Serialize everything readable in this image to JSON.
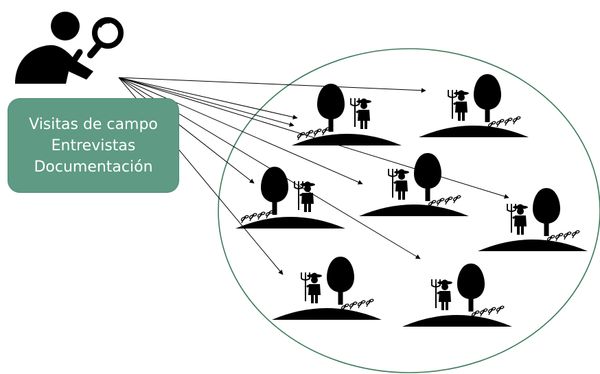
{
  "methods": {
    "items": [
      "Visitas de campo",
      "Entrevistas",
      "Documentación"
    ]
  },
  "colors": {
    "box_fill": "#5e9a84",
    "box_border": "#4d8a73",
    "ellipse_stroke": "#3d7a5a",
    "silhouette": "#000000",
    "arrow": "#000000"
  },
  "icons": {
    "investigator": "person-with-magnifying-glass-icon",
    "farm": "farmer-tree-hill-icon"
  },
  "farms": [
    {
      "id": "farm-1",
      "orientation": "tree-left"
    },
    {
      "id": "farm-2",
      "orientation": "tree-right"
    },
    {
      "id": "farm-3",
      "orientation": "tree-right"
    },
    {
      "id": "farm-4",
      "orientation": "tree-left"
    },
    {
      "id": "farm-5",
      "orientation": "tree-right"
    },
    {
      "id": "farm-6",
      "orientation": "tree-right"
    },
    {
      "id": "farm-7",
      "orientation": "tree-right"
    }
  ]
}
